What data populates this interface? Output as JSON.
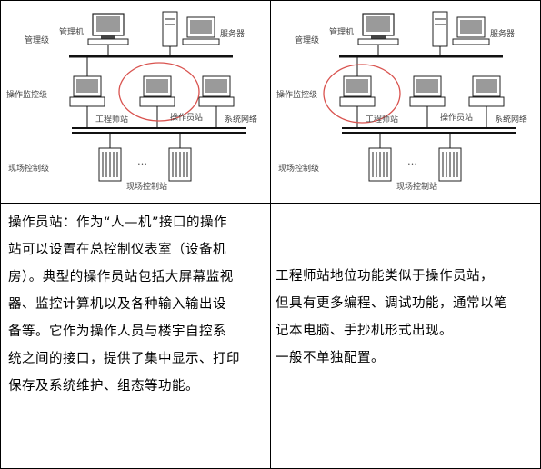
{
  "diagram_left": {
    "level_management": "管理级",
    "level_monitor": "操作监控级",
    "level_field": "现场控制级",
    "mgmt_pc": "管理机",
    "server": "服务器",
    "engineer_station": "工程师站",
    "operator_station": "操作员站",
    "system_network": "系统网络",
    "field_station": "现场控制站",
    "ellipsis": "…",
    "highlight": "operator-station",
    "highlight_color": "#d9534f"
  },
  "diagram_right": {
    "level_management": "管理级",
    "level_monitor": "操作监控级",
    "level_field": "现场控制级",
    "mgmt_pc": "管理机",
    "server": "服务器",
    "engineer_station": "工程师站",
    "operator_station": "操作员站",
    "system_network": "系统网络",
    "field_station": "现场控制站",
    "ellipsis": "…",
    "highlight": "engineer-station",
    "highlight_color": "#d9534f"
  },
  "text_left": [
    "操作员站：作为“人—机”接口的操作",
    "站可以设置在总控制仪表室（设备机",
    "房）。典型的操作员站包括大屏幕监视",
    "器、监控计算机以及各种输入输出设",
    "备等。它作为操作人员与楼宇自控系",
    "统之间的接口，提供了集中显示、打印",
    "保存及系统维护、组态等功能。"
  ],
  "text_right": [
    "工程师站地位功能类似于操作员站，",
    "但具有更多编程、调试功能，通常以笔",
    "记本电脑、手抄机形式出现。",
    "一般不单独配置。"
  ]
}
